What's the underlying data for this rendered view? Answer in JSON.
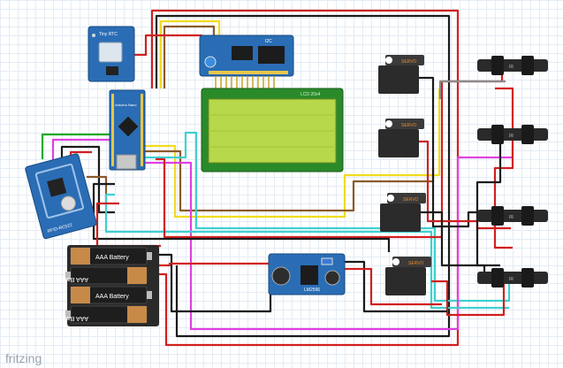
{
  "watermark": "fritzing",
  "modules": {
    "rtc": {
      "label": "Tiny RTC"
    },
    "arduino": {
      "label": "Arduino Nano"
    },
    "rfid": {
      "label": "RFID-RC522"
    },
    "lcd_backpack": {
      "label": "I2C"
    },
    "lcd": {
      "label": "LCD 20x4"
    },
    "buck": {
      "label": "LM2596"
    }
  },
  "servos": [
    {
      "label": "SERVO"
    },
    {
      "label": "SERVO"
    },
    {
      "label": "SERVO"
    },
    {
      "label": "SERVO"
    }
  ],
  "sensors": [
    {
      "label": "IR"
    },
    {
      "label": "IR"
    },
    {
      "label": "IR"
    },
    {
      "label": "IR"
    }
  ],
  "batteries": [
    {
      "label": "AAA Battery",
      "flipped": false
    },
    {
      "label": "AAA Battery",
      "flipped": true
    },
    {
      "label": "AAA Battery",
      "flipped": false
    },
    {
      "label": "AAA Battery",
      "flipped": true
    }
  ],
  "colors": {
    "red": "#d11f1f",
    "black": "#1a1a1a",
    "yellow": "#f0dc1e",
    "brown": "#8b5a2b",
    "cyan": "#3fcfd0",
    "magenta": "#e040e0",
    "green": "#22aa22",
    "gray": "#8a8a8a",
    "white": "#f4f4f4",
    "board_blue": "#2a6db5",
    "lcd_green": "#b7d84a"
  }
}
